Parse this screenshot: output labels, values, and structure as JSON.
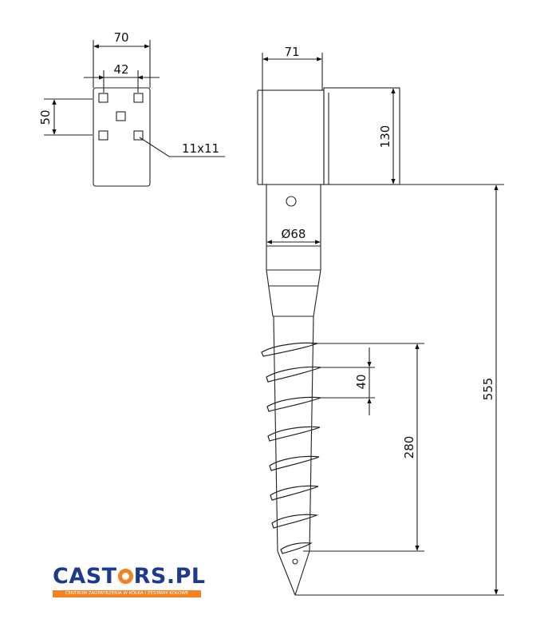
{
  "plate_view": {
    "width_label": "70",
    "hole_spacing_label": "42",
    "vertical_spacing_label": "50",
    "hole_size_label": "11x11"
  },
  "side_view": {
    "top_width_label": "71",
    "bracket_height_label": "130",
    "tube_diameter_label": "Ø68",
    "total_length_label": "555",
    "thread_pitch_label": "40",
    "thread_length_label": "280"
  },
  "logo": {
    "name_pre": "CAST",
    "name_post": "RS.PL",
    "tagline": "CENTRUM ZAOPATRZENIA W KÓŁKA I ZESTAWY KOŁOWE",
    "brand_blue": "#1f3a8c",
    "brand_orange": "#f58220"
  }
}
